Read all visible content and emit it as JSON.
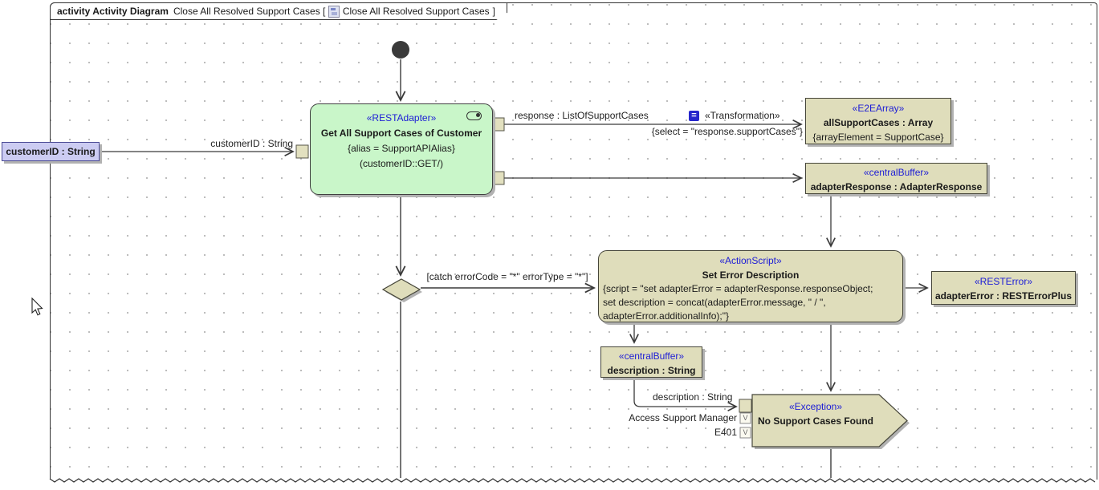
{
  "frame": {
    "title_keyword": "activity Activity Diagram",
    "title_text": "Close All Resolved Support Cases [",
    "title_ref": "Close All Resolved Support Cases",
    "title_suffix": "]"
  },
  "nodes": {
    "param_customer_id": {
      "label": "customerID : String"
    },
    "rest_adapter": {
      "stereotype": "«RESTAdapter»",
      "name": "Get All Support Cases of Customer",
      "alias": "{alias = SupportAPIAlias}",
      "signature": "(customerID::GET/)"
    },
    "e2e_array": {
      "stereotype": "«E2EArray»",
      "name": "allSupportCases : Array",
      "tag": "{arrayElement = SupportCase}"
    },
    "adapter_response": {
      "stereotype": "«centralBuffer»",
      "name": "adapterResponse : AdapterResponse"
    },
    "action_script": {
      "stereotype": "«ActionScript»",
      "name": "Set Error Description",
      "script_line1": "{script = \"set adapterError = adapterResponse.responseObject;",
      "script_line2": "set description = concat(adapterError.message, \" / \",",
      "script_line3": "adapterError.additionalInfo);\"}"
    },
    "rest_error": {
      "stereotype": "«RESTError»",
      "name": "adapterError : RESTErrorPlus"
    },
    "description_buffer": {
      "stereotype": "«centralBuffer»",
      "name": "description : String"
    },
    "exception": {
      "stereotype": "«Exception»",
      "name": "No Support Cases Found"
    }
  },
  "edges": {
    "customer_id": "customerID : String",
    "response": "response : ListOfSupportCases",
    "transformation_equals": "=",
    "transformation": "«Transformation»",
    "select_tag": "{select = \"response.supportCases\"}",
    "catch_guard": "[catch errorCode = \"*\" errorType = \"*\"]",
    "description": "description : String",
    "exception_pin1": "Access Support Manager",
    "exception_pin2": "E401",
    "value_pin_glyph": "V"
  },
  "colors": {
    "action_fill": "#c9f6c9",
    "object_fill": "#dfddbb",
    "param_fill": "#ccccf2",
    "stereotype_blue": "#1d1dd6",
    "transformation_icon_blue": "#2626cc",
    "line": "#3a3a3a"
  }
}
